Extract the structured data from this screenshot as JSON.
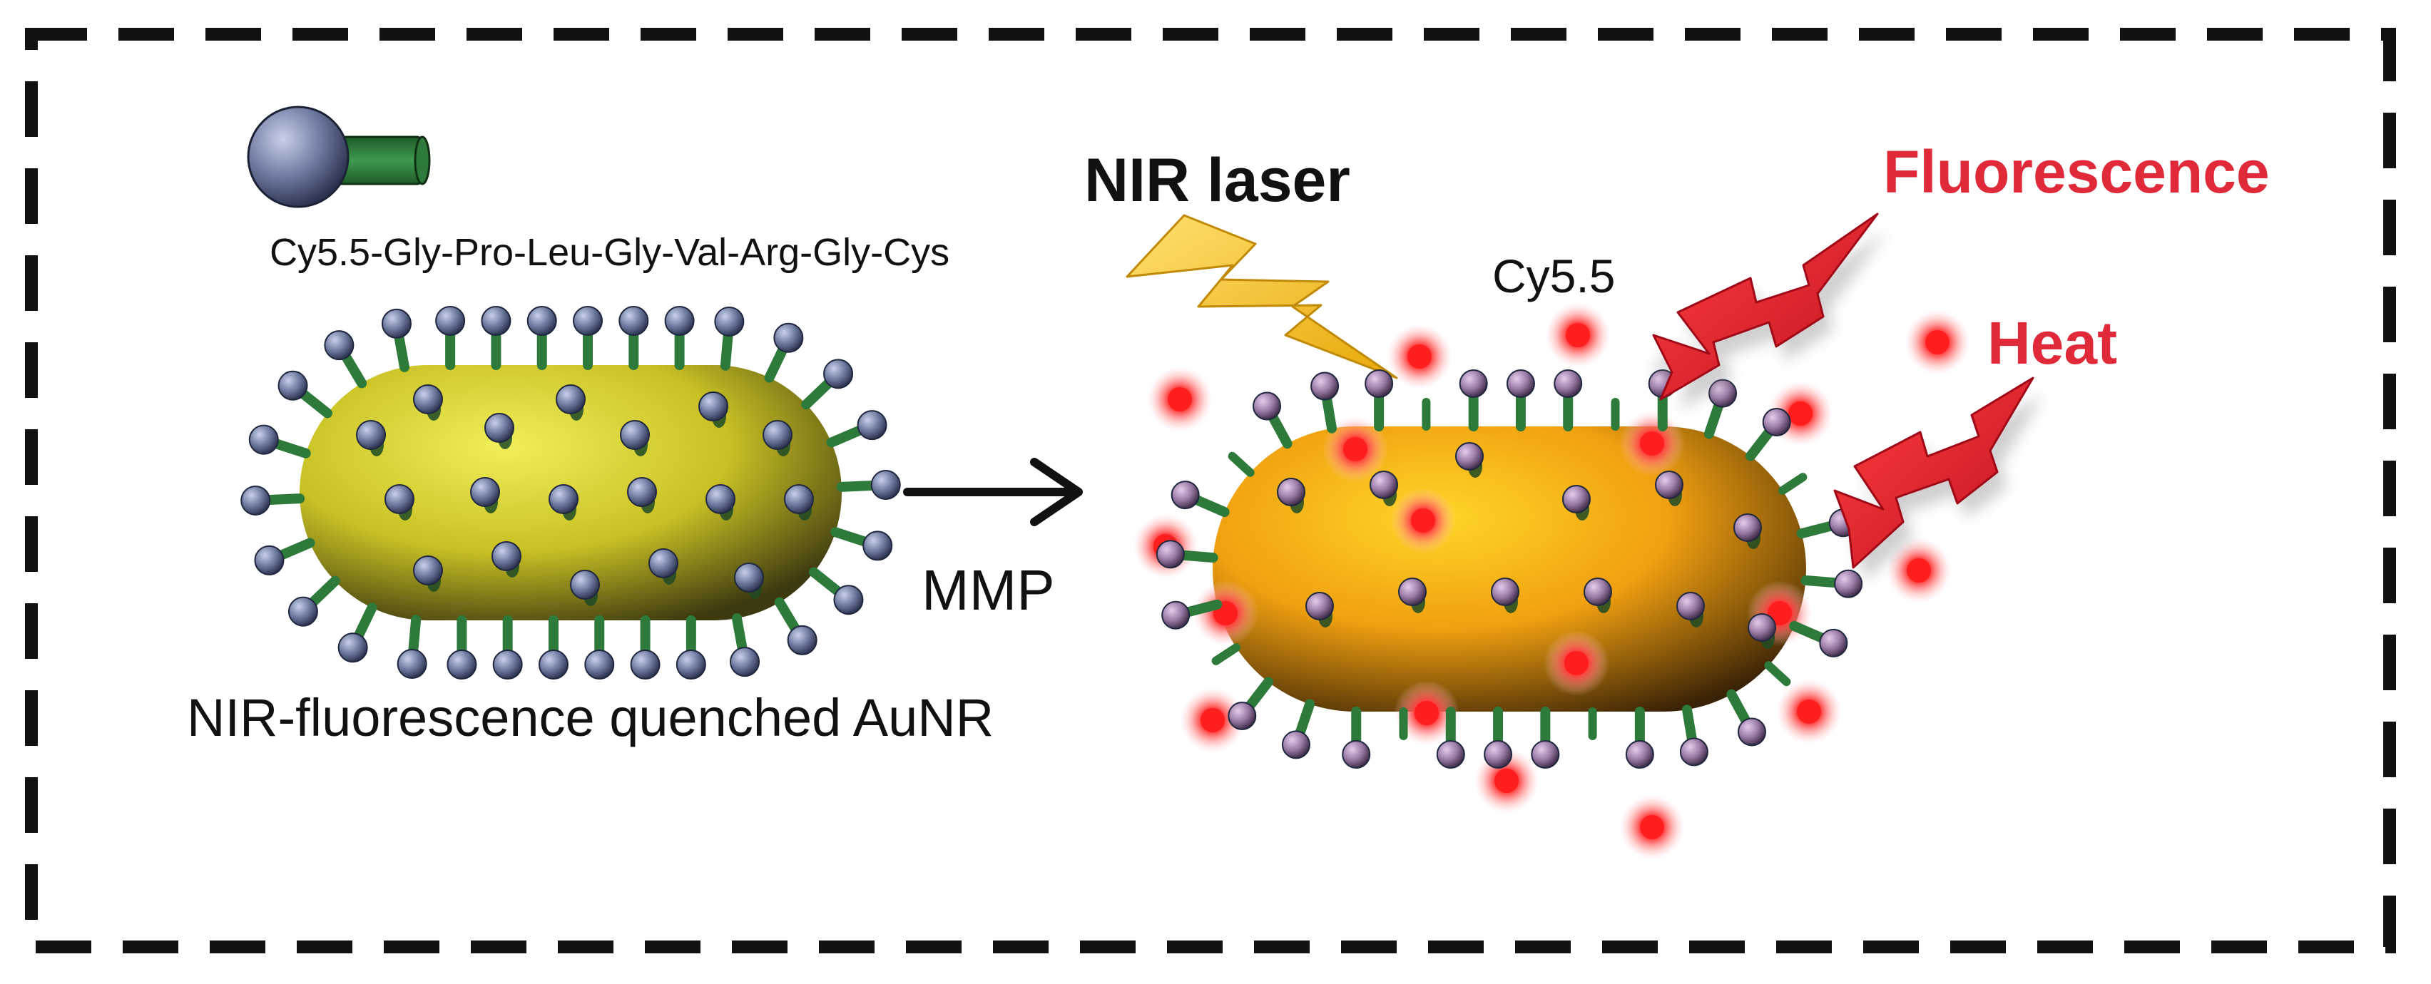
{
  "labels": {
    "peptide": "Cy5.5-Gly-Pro-Leu-Gly-Val-Arg-Gly-Cys",
    "quenched": "NIR-fluorescence quenched AuNR",
    "enzyme": "MMP",
    "laser": "NIR laser",
    "cy55": "Cy5.5",
    "fluorescence": "Fluorescence",
    "heat": "Heat"
  },
  "colors": {
    "frame": "#111111",
    "quenched_rod": "#c8c024",
    "activated_rod": "#f0a010",
    "bead": "#8a94b4",
    "bead_activated": "#a088a8",
    "linker": "#2e7a3a",
    "glow": "#ff2a2a",
    "laser_bolt": "#f6c018",
    "fluorescence_text": "#e02a3a",
    "heat_text": "#e02a3a",
    "black_text": "#111111"
  },
  "icons": {
    "legend": "dye-peptide-conjugate-icon",
    "laser": "lightning-bolt-icon",
    "emission": "zigzag-arrow-icon"
  }
}
